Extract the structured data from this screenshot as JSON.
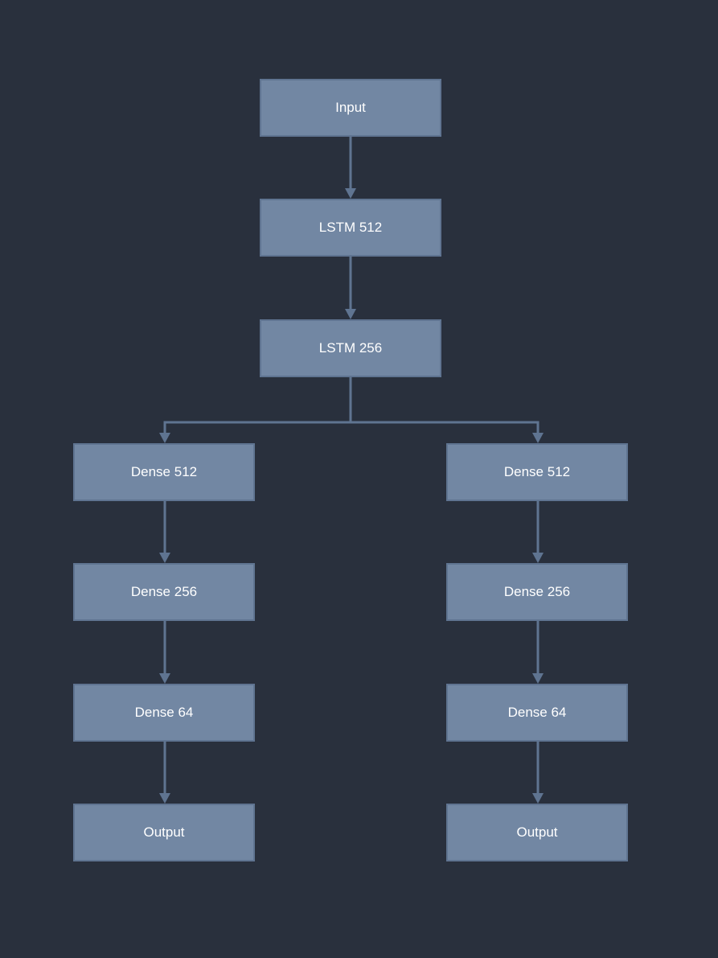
{
  "colors": {
    "background": "#29303d",
    "node_fill": "#7287a3",
    "node_border": "#5f7491",
    "edge": "#5f7491",
    "text": "#ffffff"
  },
  "nodes": {
    "input": "Input",
    "lstm_512": "LSTM 512",
    "lstm_256": "LSTM 256",
    "left_branch": {
      "dense_512": "Dense 512",
      "dense_256": "Dense 256",
      "dense_64": "Dense 64",
      "output": "Output"
    },
    "right_branch": {
      "dense_512": "Dense 512",
      "dense_256": "Dense 256",
      "dense_64": "Dense 64",
      "output": "Output"
    }
  },
  "edges": [
    [
      "input",
      "lstm_512"
    ],
    [
      "lstm_512",
      "lstm_256"
    ],
    [
      "lstm_256",
      "left_branch.dense_512"
    ],
    [
      "lstm_256",
      "right_branch.dense_512"
    ],
    [
      "left_branch.dense_512",
      "left_branch.dense_256"
    ],
    [
      "left_branch.dense_256",
      "left_branch.dense_64"
    ],
    [
      "left_branch.dense_64",
      "left_branch.output"
    ],
    [
      "right_branch.dense_512",
      "right_branch.dense_256"
    ],
    [
      "right_branch.dense_256",
      "right_branch.dense_64"
    ],
    [
      "right_branch.dense_64",
      "right_branch.output"
    ]
  ]
}
